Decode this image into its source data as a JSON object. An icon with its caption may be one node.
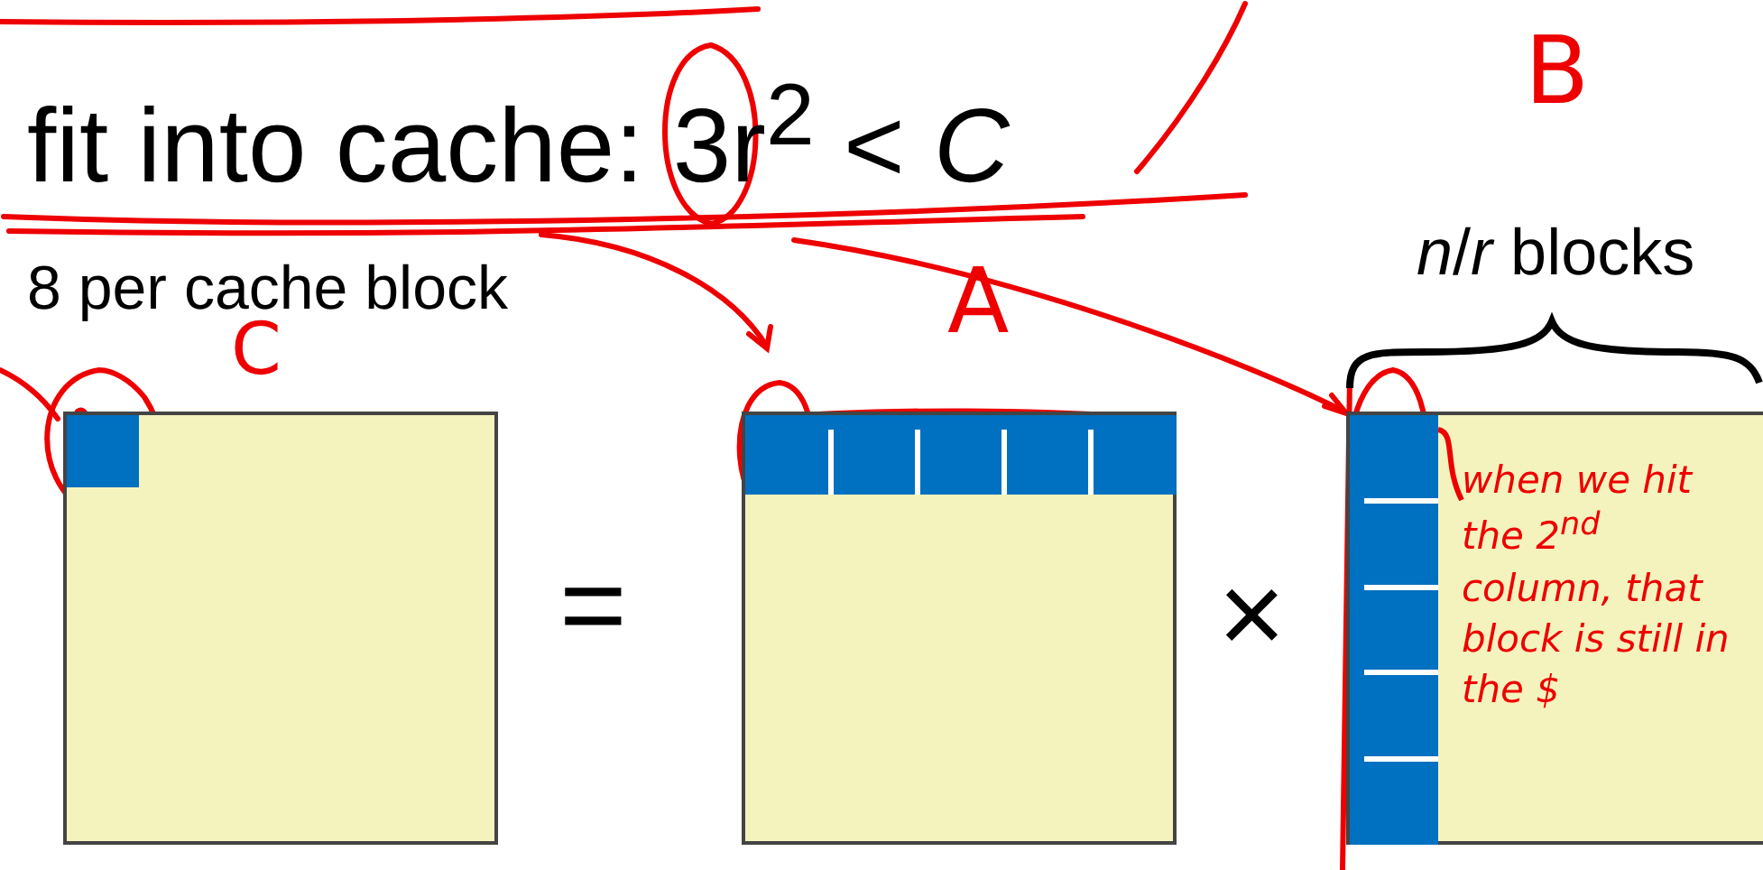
{
  "diagram": {
    "nodes": [
      {
        "text": [],
        "shape": "box"
      },
      {
        "text": [],
        "shape": "box",
        "in": 0
      },
      {
        "text": [],
        "shape": "box"
      },
      {
        "text": [],
        "shape": "bar",
        "in": 2
      },
      {
        "text": [],
        "shape": "box"
      },
      {
        "text": [],
        "shape": "bar",
        "in": 4
      },
      {
        "text": [
          "when we hit the 2$^{nd}$ column, that block is still in the $"
        ],
        "in": 4
      }
    ],
    "edges": [
      {
        "from": 6,
        "to": 5,
        "arrow": "none"
      }
    ],
    "labels": [
      "fit into cache: 3r$^{2}$ < *C*",
      "8 per cache block",
      "B",
      "*n*/*r* blocks",
      "A",
      "C",
      "=",
      "×"
    ]
  }
}
